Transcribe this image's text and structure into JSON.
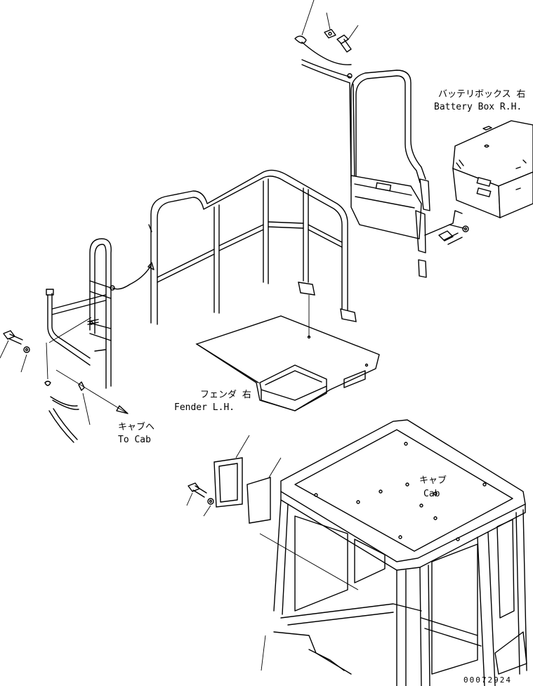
{
  "labels": {
    "battery_jp": "バッテリボックス 右",
    "battery_en": "Battery Box R.H.",
    "fender_jp": "フェンダ 右",
    "fender_en": "Fender L.H.",
    "to_cab_jp": "キャブヘ",
    "to_cab_en": "To Cab",
    "cab_jp": "キャブ",
    "cab_en": "Cab"
  },
  "drawing_number": "00072924"
}
